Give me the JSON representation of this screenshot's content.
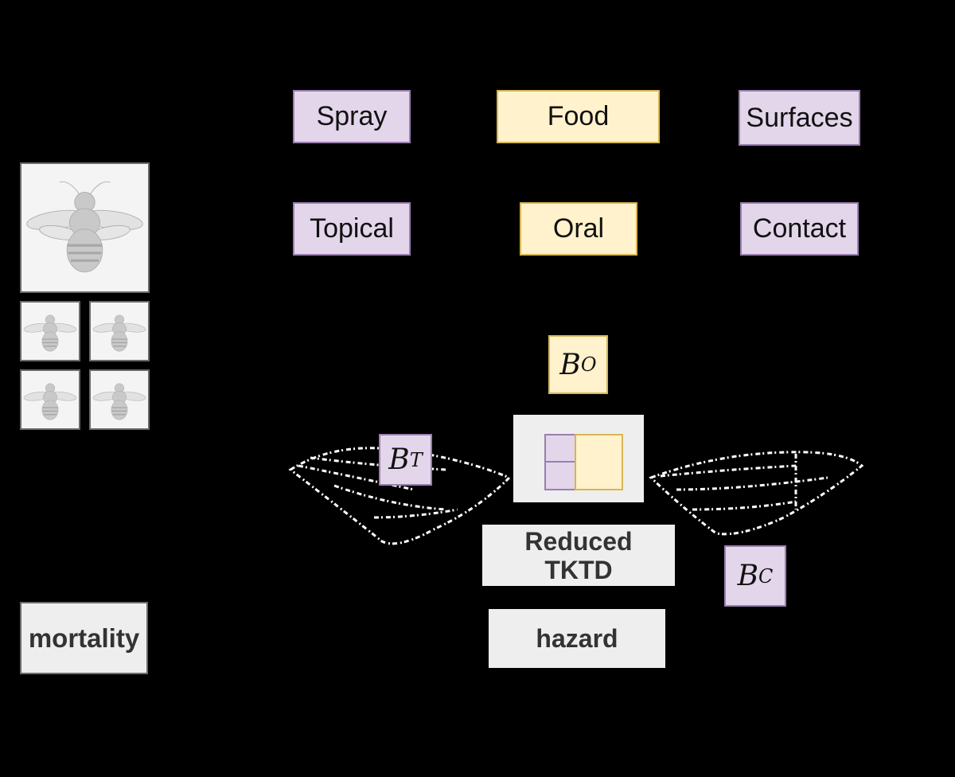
{
  "routes": {
    "spray": "Spray",
    "food": "Food",
    "surfaces": "Surfaces",
    "topical": "Topical",
    "oral": "Oral",
    "contact": "Contact"
  },
  "symbols": {
    "b_o": {
      "base": "B",
      "sub": "O"
    },
    "b_t": {
      "base": "B",
      "sub": "T"
    },
    "b_c": {
      "base": "B",
      "sub": "C"
    }
  },
  "model": {
    "line1": "Reduced",
    "line2": "TKTD",
    "hazard": "hazard"
  },
  "output": {
    "mortality": "mortality"
  },
  "colors": {
    "background": "#000000",
    "purple_fill": "#e3d6ea",
    "purple_border": "#9a7fb0",
    "yellow_fill": "#fff2cc",
    "yellow_border": "#d6b656",
    "grey_fill": "#eeeeee"
  },
  "icons": {
    "bee": "bee-illustration-icon",
    "wings": "bee-wing-icon"
  }
}
